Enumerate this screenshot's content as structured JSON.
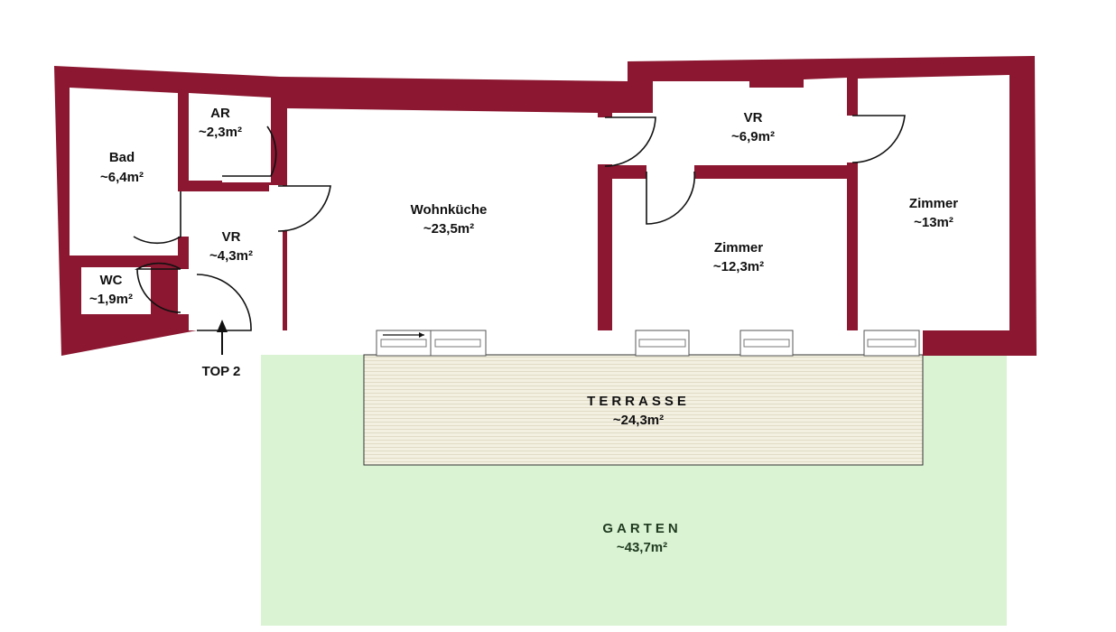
{
  "colors": {
    "wall": "#8B1730",
    "garden": "#D9F3D3",
    "terrace": "#F1EDDC",
    "terrace_lines": "#DCD6BE",
    "garden_text": "#1F3A1F",
    "text": "#111111"
  },
  "rooms": {
    "bad": {
      "name": "Bad",
      "area": "~6,4m²"
    },
    "ar": {
      "name": "AR",
      "area": "~2,3m²"
    },
    "vr_left": {
      "name": "VR",
      "area": "~4,3m²"
    },
    "wc": {
      "name": "WC",
      "area": "~1,9m²"
    },
    "wohnkueche": {
      "name": "Wohnküche",
      "area": "~23,5m²"
    },
    "vr_right": {
      "name": "VR",
      "area": "~6,9m²"
    },
    "zimmer_mid": {
      "name": "Zimmer",
      "area": "~12,3m²"
    },
    "zimmer_right": {
      "name": "Zimmer",
      "area": "~13m²"
    }
  },
  "outdoor": {
    "terrasse": {
      "name": "TERRASSE",
      "area": "~24,3m²"
    },
    "garten": {
      "name": "GARTEN",
      "area": "~43,7m²"
    }
  },
  "entrance": {
    "label": "TOP 2"
  }
}
